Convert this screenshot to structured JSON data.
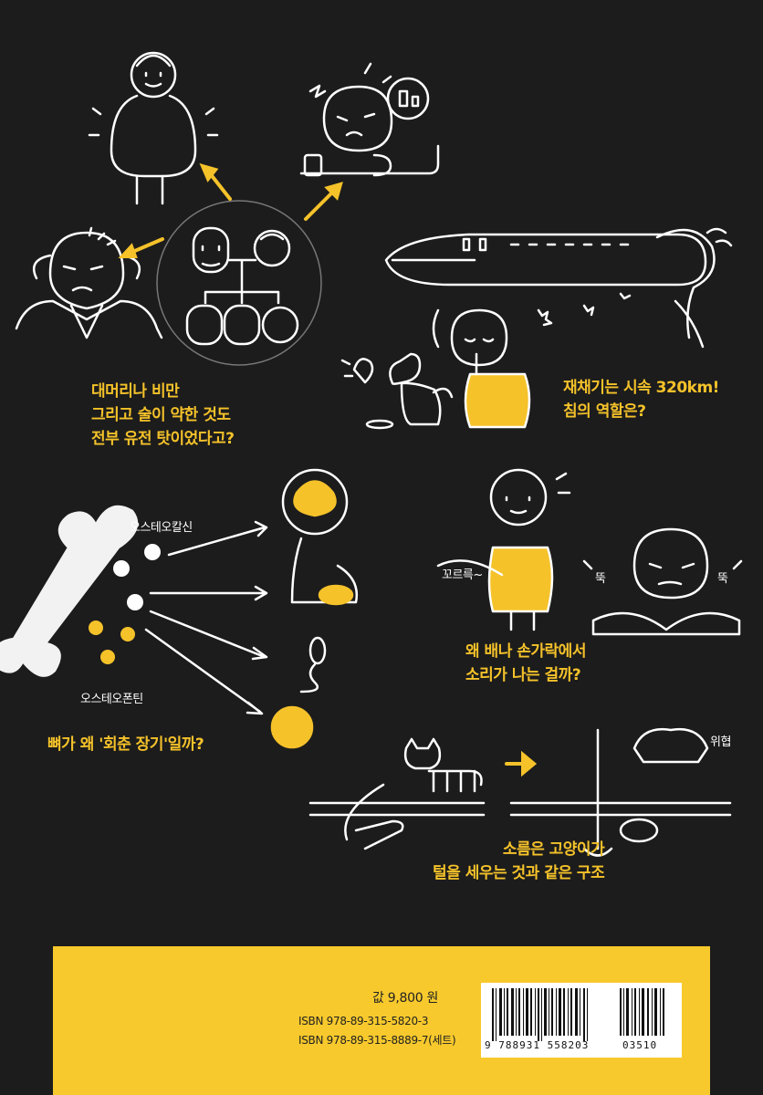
{
  "captions": {
    "heredity": [
      "대머리나 비만",
      "그리고 술이 약한 것도",
      "전부 유전 탓이었다고?"
    ],
    "saliva": [
      "재채기는 시속 320km!",
      "침의 역할은?"
    ],
    "bone": "뼈가 왜 '회춘 장기'일까?",
    "sounds": [
      "왜 배나 손가락에서",
      "소리가 나는 걸까?"
    ],
    "goosebumps": [
      "소름은 고양이가",
      "털을 세우는 것과 같은 구조"
    ]
  },
  "labels": {
    "osteocalcin": "오스테오칼신",
    "osteopontin": "오스테오폰틴",
    "stomach_sound": "꼬르륵~",
    "crack_left": "뚝",
    "crack_right": "뚝",
    "threat": "위협"
  },
  "footer": {
    "price": "값 9,800 원",
    "isbn1": "ISBN 978-89-315-5820-3",
    "isbn2": "ISBN 978-89-315-8889-7(세트)",
    "barcode_number": "9 788931 558203",
    "addon_number": "03510"
  },
  "colors": {
    "background": "#1c1c1c",
    "accent": "#f5c22a",
    "line": "#ffffff"
  }
}
